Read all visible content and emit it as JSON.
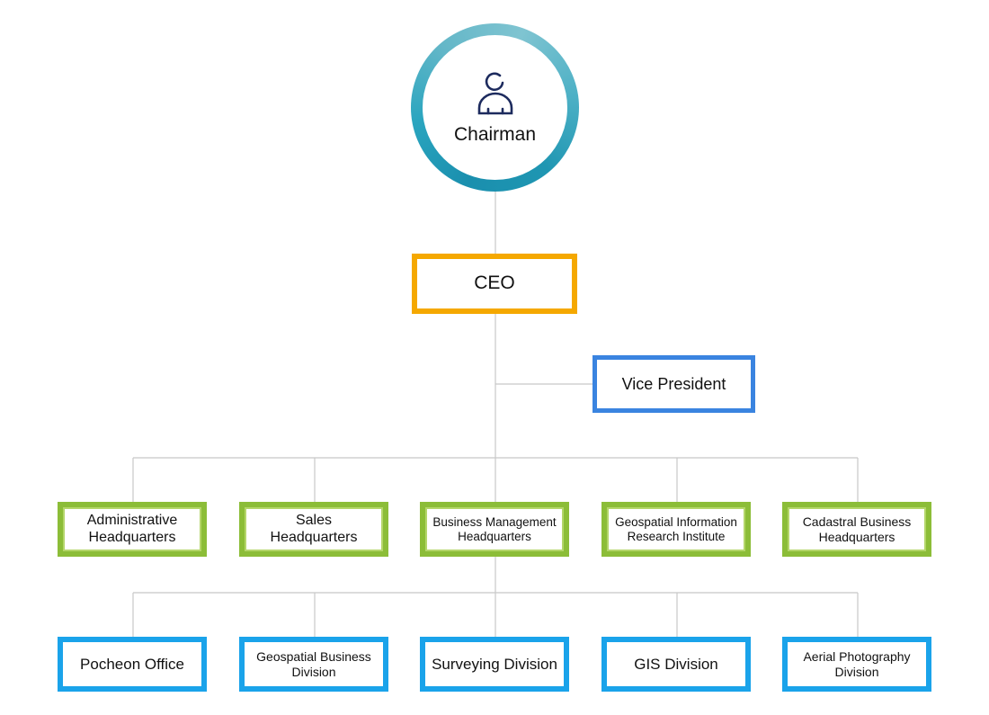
{
  "chairman": {
    "label": "Chairman",
    "icon": "person-icon",
    "ring_color": "#1f96b2"
  },
  "ceo": {
    "label": "CEO",
    "border_color": "#f5a800"
  },
  "vice_president": {
    "label": "Vice President",
    "border_color": "#3a84e0"
  },
  "headquarters": [
    {
      "label": "Administrative\nHeadquarters"
    },
    {
      "label": "Sales\nHeadquarters"
    },
    {
      "label": "Business Management\nHeadquarters"
    },
    {
      "label": "Geospatial Information\nResearch Institute"
    },
    {
      "label": "Cadastral Business\nHeadquarters"
    }
  ],
  "divisions": [
    {
      "label": "Pocheon Office"
    },
    {
      "label": "Geospatial Business\nDivision"
    },
    {
      "label": "Surveying Division"
    },
    {
      "label": "GIS Division"
    },
    {
      "label": "Aerial Photography\nDivision"
    }
  ],
  "colors": {
    "headquarters_border": "#8cbd38",
    "division_border": "#1aa3ea",
    "connector": "#cccccc"
  }
}
